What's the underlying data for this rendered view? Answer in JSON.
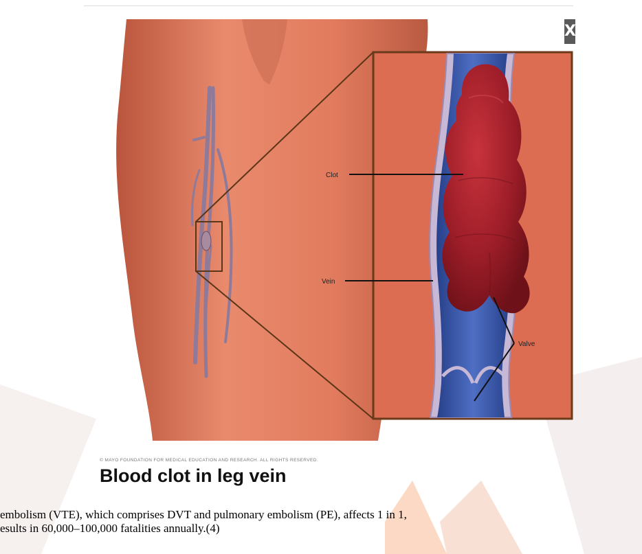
{
  "figure": {
    "labels": {
      "clot": "Clot",
      "vein": "Vein",
      "valve": "Valve"
    },
    "credit": "© MAYO FOUNDATION FOR MEDICAL EDUCATION AND RESEARCH. ALL RIGHTS RESERVED.",
    "caption": "Blood clot in leg vein",
    "close_glyph": "X"
  },
  "body": {
    "line1": "embolism (VTE), which comprises DVT and pulmonary embolism (PE), affects 1 in 1,",
    "line2": "esults in 60,000–100,000  fatalities  annually.(4)"
  },
  "colors": {
    "skin": "#e07a5e",
    "skin_dark": "#b85a42",
    "vein_blue": "#3c57a8",
    "clot": "#a3202a",
    "border_brown": "#6b3a1a",
    "watermark": "#f3b8a0"
  }
}
